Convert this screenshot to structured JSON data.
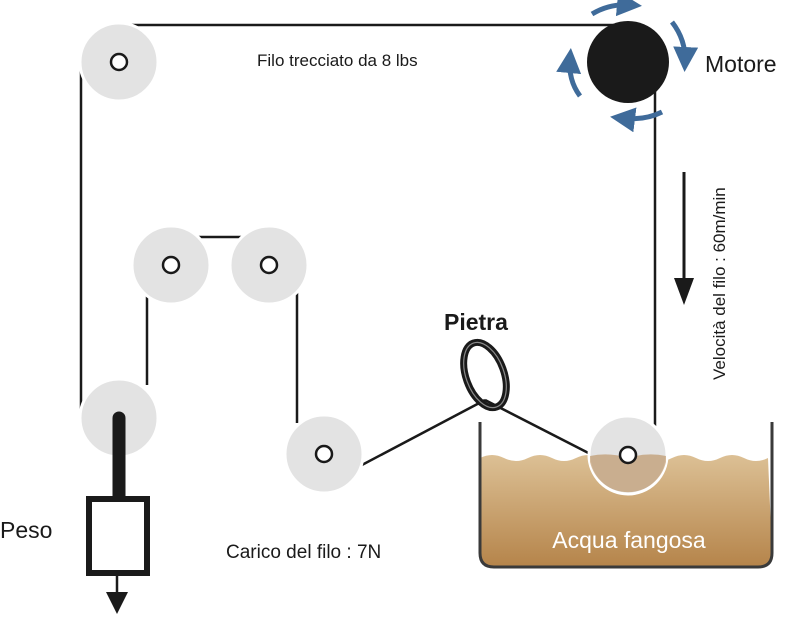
{
  "labels": {
    "wire": "Filo trecciato da 8 lbs",
    "motor": "Motore",
    "speed": "Velocità del filo : 60m/min",
    "stone": "Pietra",
    "weight": "Peso",
    "load": "Carico del filo : 7N",
    "water": "Acqua fangosa"
  },
  "colors": {
    "pulley_fill": "#e3e3e3",
    "pulley_stroke": "#ffffff",
    "wire": "#1a1a1a",
    "motor": "#1a1a1a",
    "arrows": "#3f6b9a",
    "water_top": "#d8b98c",
    "water_bottom": "#b98a4f",
    "tank": "#3a3a3a"
  }
}
